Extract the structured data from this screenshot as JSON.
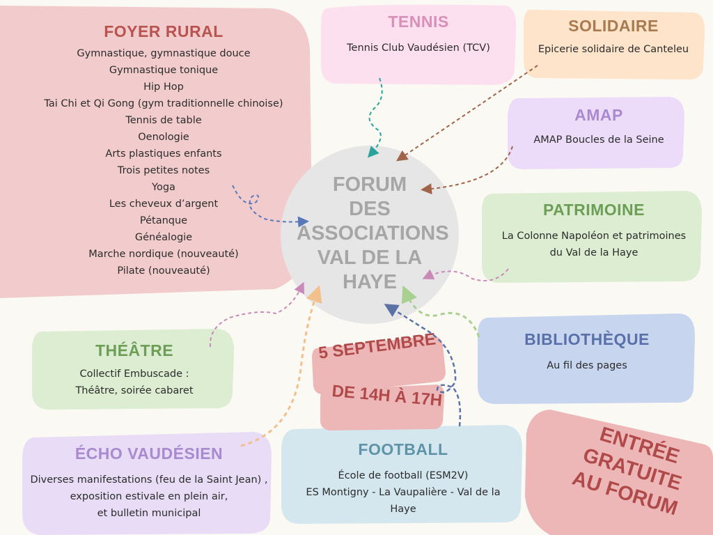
{
  "center": {
    "lines": [
      "FORUM",
      "DES",
      "ASSOCIATIONS",
      "VAL DE LA",
      "HAYE"
    ]
  },
  "foyer_rural": {
    "title": "FOYER RURAL",
    "items": [
      "Gymnastique, gymnastique douce",
      "Gymnastique tonique",
      "Hip Hop",
      "Tai Chi et Qi Gong (gym traditionnelle chinoise)",
      "Tennis de table",
      "Oenologie",
      "Arts plastiques enfants",
      "Trois petites notes",
      "Yoga",
      "Les cheveux d’argent",
      "Pétanque",
      "Généalogie",
      "Marche nordique  (nouveauté)",
      "Pilate (nouveauté)"
    ]
  },
  "tennis": {
    "title": "TENNIS",
    "text": "Tennis Club Vaudésien (TCV)"
  },
  "solidaire": {
    "title": "SOLIDAIRE",
    "text": "Epicerie solidaire de Canteleu"
  },
  "amap": {
    "title": "AMAP",
    "text": "AMAP Boucles de la Seine"
  },
  "patrimoine": {
    "title": "PATRIMOINE",
    "line1": "La Colonne Napoléon et patrimoines",
    "line2": "du Val de la Haye"
  },
  "bibliotheque": {
    "title": "BIBLIOTHÈQUE",
    "text": "Au fil des pages"
  },
  "theatre": {
    "title": "THÉÂTRE",
    "line1": "Collectif Embuscade :",
    "line2": "Théâtre, soirée cabaret"
  },
  "echo": {
    "title": "ÉCHO VAUDÉSIEN",
    "line1": "Diverses manifestations (feu de la Saint Jean) ,",
    "line2": "exposition estivale en plein air,",
    "line3": "et bulletin municipal"
  },
  "football": {
    "title": "FOOTBALL",
    "line1": "École de football (ESM2V)",
    "line2": "ES Montigny - La Vaupalière - Val de la",
    "line3": "Haye"
  },
  "date": {
    "line1": "5 SEPTEMBRE",
    "line2": "DE 14H À 17H"
  },
  "entree": {
    "line1": "ENTRÉE",
    "line2": "GRATUITE",
    "line3": "AU FORUM"
  },
  "colors": {
    "foyer_bg": "#f2cccc",
    "foyer_title": "#b8534f",
    "tennis_bg": "#fde0ef",
    "tennis_title": "#d88fb8",
    "solidaire_bg": "#fde4ca",
    "solidaire_title": "#a97a4e",
    "amap_bg": "#ecdcf9",
    "amap_title": "#a98ad0",
    "patrimoine_bg": "#dcedd1",
    "patrimoine_title": "#6d9e57",
    "biblio_bg": "#c7d5ef",
    "biblio_title": "#5971a8",
    "theatre_bg": "#dcedd1",
    "theatre_title": "#6d9e57",
    "echo_bg": "#e8dcf6",
    "echo_title": "#a98ad0",
    "football_bg": "#d4e7ef",
    "football_title": "#5f93a8",
    "center_bg": "#e6e6e6",
    "stamp_bg": "#eeb7b7",
    "stamp_text": "#b04a4a"
  }
}
